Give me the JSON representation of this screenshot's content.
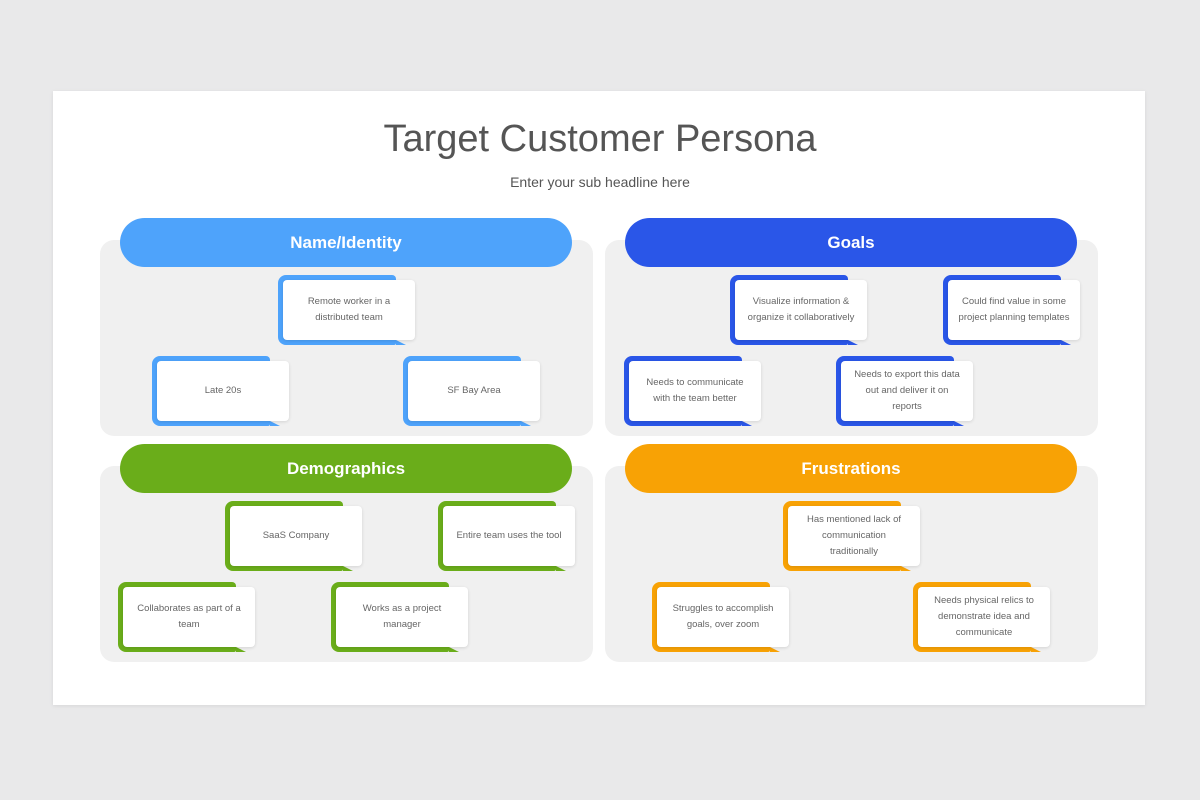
{
  "title": "Target Customer Persona",
  "subtitle": "Enter your sub headline here",
  "colors": {
    "name": "#4ea3fb",
    "goals": "#2a56e8",
    "demographics": "#6aad1a",
    "frustrations": "#f8a205"
  },
  "sections": [
    {
      "key": "name",
      "title": "Name/Identity",
      "items": [
        "Remote worker in a distributed team",
        "Late 20s",
        "SF Bay Area"
      ]
    },
    {
      "key": "goals",
      "title": "Goals",
      "items": [
        "Visualize information & organize it collaboratively",
        "Could find value in some project planning templates",
        "Needs to communicate with the team better",
        "Needs to export this data out and deliver it on reports"
      ]
    },
    {
      "key": "demographics",
      "title": "Demographics",
      "items": [
        "SaaS Company",
        "Entire team uses the tool",
        "Collaborates as part of a team",
        "Works as a project manager"
      ]
    },
    {
      "key": "frustrations",
      "title": "Frustrations",
      "items": [
        "Has mentioned lack of communication traditionally",
        "Struggles to accomplish goals, over zoom",
        "Needs physical relics to demonstrate idea and communicate"
      ]
    }
  ]
}
